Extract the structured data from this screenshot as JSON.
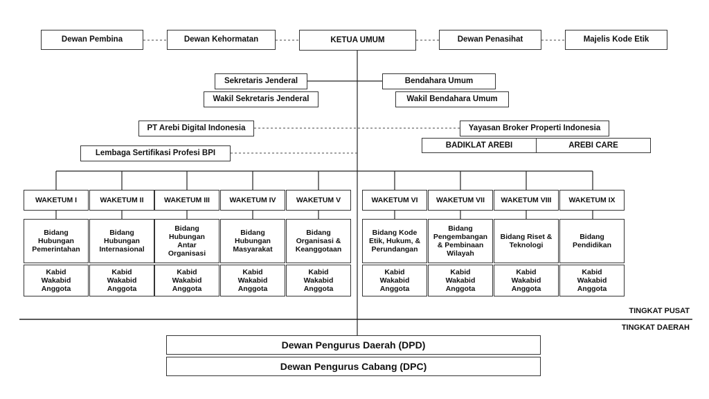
{
  "top_row": {
    "dewan_pembina": "Dewan Pembina",
    "dewan_kehormatan": "Dewan Kehormatan",
    "ketua_umum": "KETUA UMUM",
    "dewan_penasihat": "Dewan Penasihat",
    "majelis_kode_etik": "Majelis Kode Etik"
  },
  "secretariat": {
    "sekjen": "Sekretaris Jenderal",
    "wasekjen": "Wakil Sekretaris Jenderal",
    "bendahara": "Bendahara Umum",
    "wabendahara": "Wakil Bendahara Umum"
  },
  "affiliates": {
    "pt_arebi": "PT Arebi Digital Indonesia",
    "yayasan": "Yayasan Broker Properti Indonesia",
    "badiklat": "BADIKLAT AREBI",
    "arebi_care": "AREBI CARE",
    "lsp": "Lembaga Sertifikasi Profesi BPI"
  },
  "waketum": [
    {
      "title": "WAKETUM I",
      "bidang": [
        "Bidang",
        "Hubungan",
        "Pemerintahan"
      ]
    },
    {
      "title": "WAKETUM II",
      "bidang": [
        "Bidang",
        "Hubungan",
        "Internasional"
      ]
    },
    {
      "title": "WAKETUM III",
      "bidang": [
        "Bidang",
        "Hubungan",
        "Antar",
        "Organisasi"
      ]
    },
    {
      "title": "WAKETUM IV",
      "bidang": [
        "Bidang",
        "Hubungan",
        "Masyarakat"
      ]
    },
    {
      "title": "WAKETUM V",
      "bidang": [
        "Bidang",
        "Organisasi &",
        "Keanggotaan"
      ]
    },
    {
      "title": "WAKETUM VI",
      "bidang": [
        "Bidang Kode",
        "Etik, Hukum, &",
        "Perundangan"
      ]
    },
    {
      "title": "WAKETUM VII",
      "bidang": [
        "Bidang",
        "Pengembangan",
        "& Pembinaan",
        "Wilayah"
      ]
    },
    {
      "title": "WAKETUM VIII",
      "bidang": [
        "Bidang Riset &",
        "Teknologi"
      ]
    },
    {
      "title": "WAKETUM IX",
      "bidang": [
        "Bidang",
        "Pendidikan"
      ]
    }
  ],
  "kabid_lines": [
    "Kabid",
    "Wakabid",
    "Anggota"
  ],
  "levels": {
    "pusat": "TINGKAT PUSAT",
    "daerah": "TINGKAT DAERAH"
  },
  "regional": {
    "dpd": "Dewan Pengurus Daerah (DPD)",
    "dpc": "Dewan Pengurus Cabang (DPC)"
  }
}
